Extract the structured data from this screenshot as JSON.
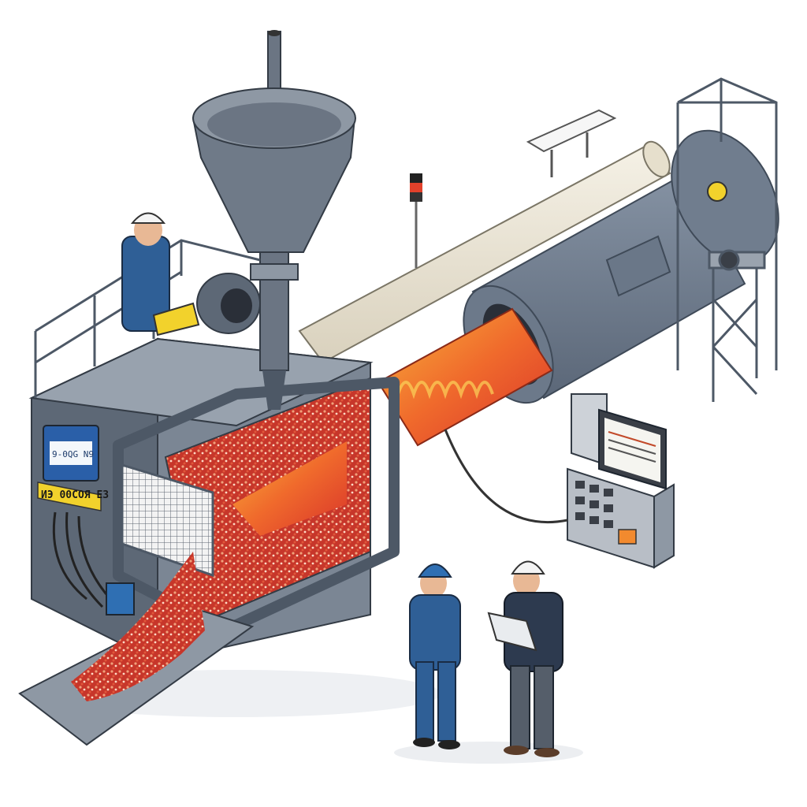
{
  "scene": {
    "panel_screen_text": "9-0QG N9",
    "warning_strip_text": "ИЭ 00СОЯ ЕЗ",
    "colors": {
      "machine_gray": "#7b8694",
      "machine_dark": "#4d5866",
      "kiln_blue_gray": "#6f7d8e",
      "hot_orange": "#f28a2e",
      "hot_red": "#e2412b",
      "granule_red": "#d8432e",
      "insulation_cream": "#ece6d6",
      "safety_yellow": "#f2d22c",
      "worker_blue": "#2f5f96",
      "helmet_white": "#f4f4f4",
      "helmet_blue": "#2f6fb3"
    },
    "icons": [
      "hopper",
      "rotary-kiln",
      "control-console",
      "beacon-light",
      "worker"
    ]
  }
}
